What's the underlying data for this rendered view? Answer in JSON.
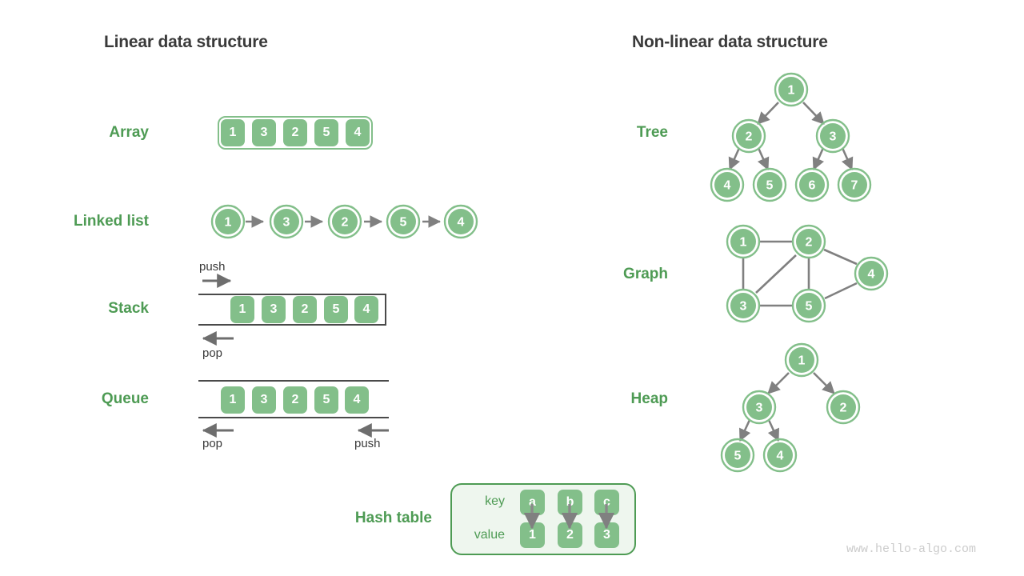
{
  "headings": {
    "left": "Linear data structure",
    "right": "Non-linear data structure"
  },
  "labels": {
    "array": "Array",
    "linked_list": "Linked list",
    "stack": "Stack",
    "queue": "Queue",
    "hash_table": "Hash table",
    "tree": "Tree",
    "graph": "Graph",
    "heap": "Heap"
  },
  "colors": {
    "node_fill": "#83bf8a",
    "node_ring": "#83bf8a",
    "label_green": "#4e9b54",
    "heading_dark": "#3a3a3a",
    "arrow_gray": "#808080",
    "frame_dark": "#4a4a4a",
    "panel_bg": "#eef6ee",
    "watermark": "#cccccc"
  },
  "array": {
    "values": [
      "1",
      "3",
      "2",
      "5",
      "4"
    ]
  },
  "linked_list": {
    "values": [
      "1",
      "3",
      "2",
      "5",
      "4"
    ],
    "arrow": "right-arrow-icon"
  },
  "stack": {
    "values": [
      "1",
      "3",
      "2",
      "5",
      "4"
    ],
    "push_label": "push",
    "pop_label": "pop",
    "push_direction": "right",
    "pop_direction": "left"
  },
  "queue": {
    "values": [
      "1",
      "3",
      "2",
      "5",
      "4"
    ],
    "pop_label": "pop",
    "push_label": "push",
    "pop_direction": "left",
    "push_direction": "left"
  },
  "hash_table": {
    "key_label": "key",
    "value_label": "value",
    "keys": [
      "a",
      "b",
      "c"
    ],
    "values": [
      "1",
      "2",
      "3"
    ]
  },
  "tree": {
    "nodes": [
      "1",
      "2",
      "3",
      "4",
      "5",
      "6",
      "7"
    ],
    "edges": [
      [
        0,
        1
      ],
      [
        0,
        2
      ],
      [
        1,
        3
      ],
      [
        1,
        4
      ],
      [
        2,
        5
      ],
      [
        2,
        6
      ]
    ],
    "directed": true
  },
  "graph": {
    "nodes": [
      "1",
      "2",
      "3",
      "4",
      "5"
    ],
    "edges": [
      [
        0,
        1
      ],
      [
        0,
        2
      ],
      [
        1,
        2
      ],
      [
        1,
        4
      ],
      [
        1,
        3
      ],
      [
        2,
        4
      ],
      [
        4,
        3
      ]
    ],
    "directed": false
  },
  "heap": {
    "nodes": [
      "1",
      "3",
      "2",
      "5",
      "4"
    ],
    "edges": [
      [
        0,
        1
      ],
      [
        0,
        2
      ],
      [
        1,
        3
      ],
      [
        1,
        4
      ]
    ],
    "directed": true
  },
  "watermark": "www.hello-algo.com"
}
